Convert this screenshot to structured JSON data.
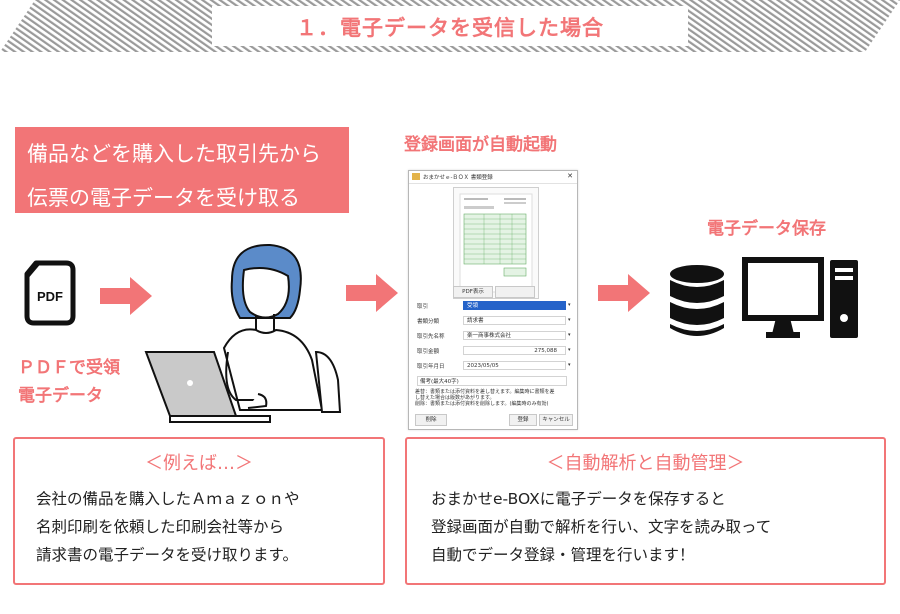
{
  "header": {
    "title": "１．電子データを受信した場合"
  },
  "callout": {
    "line1": "備品などを購入した取引先から",
    "line2": "伝票の電子データを受け取る"
  },
  "pdf": {
    "icon_label": "PDF",
    "caption_line1": "ＰＤＦで受領",
    "caption_line2": "電子データ"
  },
  "screen_caption": "登録画面が自動起動",
  "save_caption": "電子データ保存",
  "dialog": {
    "title": "おまかせｅ-ＢＯＸ 書類登録",
    "pdf_button": "PDF表示",
    "blank_button": "",
    "rows": [
      {
        "label": "取引",
        "value": "受領"
      },
      {
        "label": "書類分類",
        "value": "請求書"
      },
      {
        "label": "取引先名称",
        "value": "楽一商事株式会社"
      },
      {
        "label": "取引金額",
        "value": "275,088"
      },
      {
        "label": "取引年月日",
        "value": "2023/05/05"
      }
    ],
    "memo_label": "備考(最大40字)",
    "note_line1": "差替：書類または添付資料を差し替えます。編集時に書類を差",
    "note_line2": "し替えた場合は版数があがります。",
    "note_line3": "削除：書類または添付資料を削除します。(編集時のみ有効)",
    "delete_button": "削除",
    "register_button": "登録",
    "cancel_button": "キャンセル"
  },
  "example_box": {
    "title": "＜例えば…＞",
    "line1": "会社の備品を購入したＡｍａｚｏｎや",
    "line2": "名刺印刷を依頼した印刷会社等から",
    "line3": "請求書の電子データを受け取ります。"
  },
  "analysis_box": {
    "title": "＜自動解析と自動管理＞",
    "line1": "おまかせe-BOXに電子データを保存すると",
    "line2": "登録画面が自動で解析を行い、文字を読み取って",
    "line3": "自動でデータ登録・管理を行います！"
  },
  "colors": {
    "accent": "#f27577",
    "dark": "#111111",
    "stripe": "#999999"
  }
}
